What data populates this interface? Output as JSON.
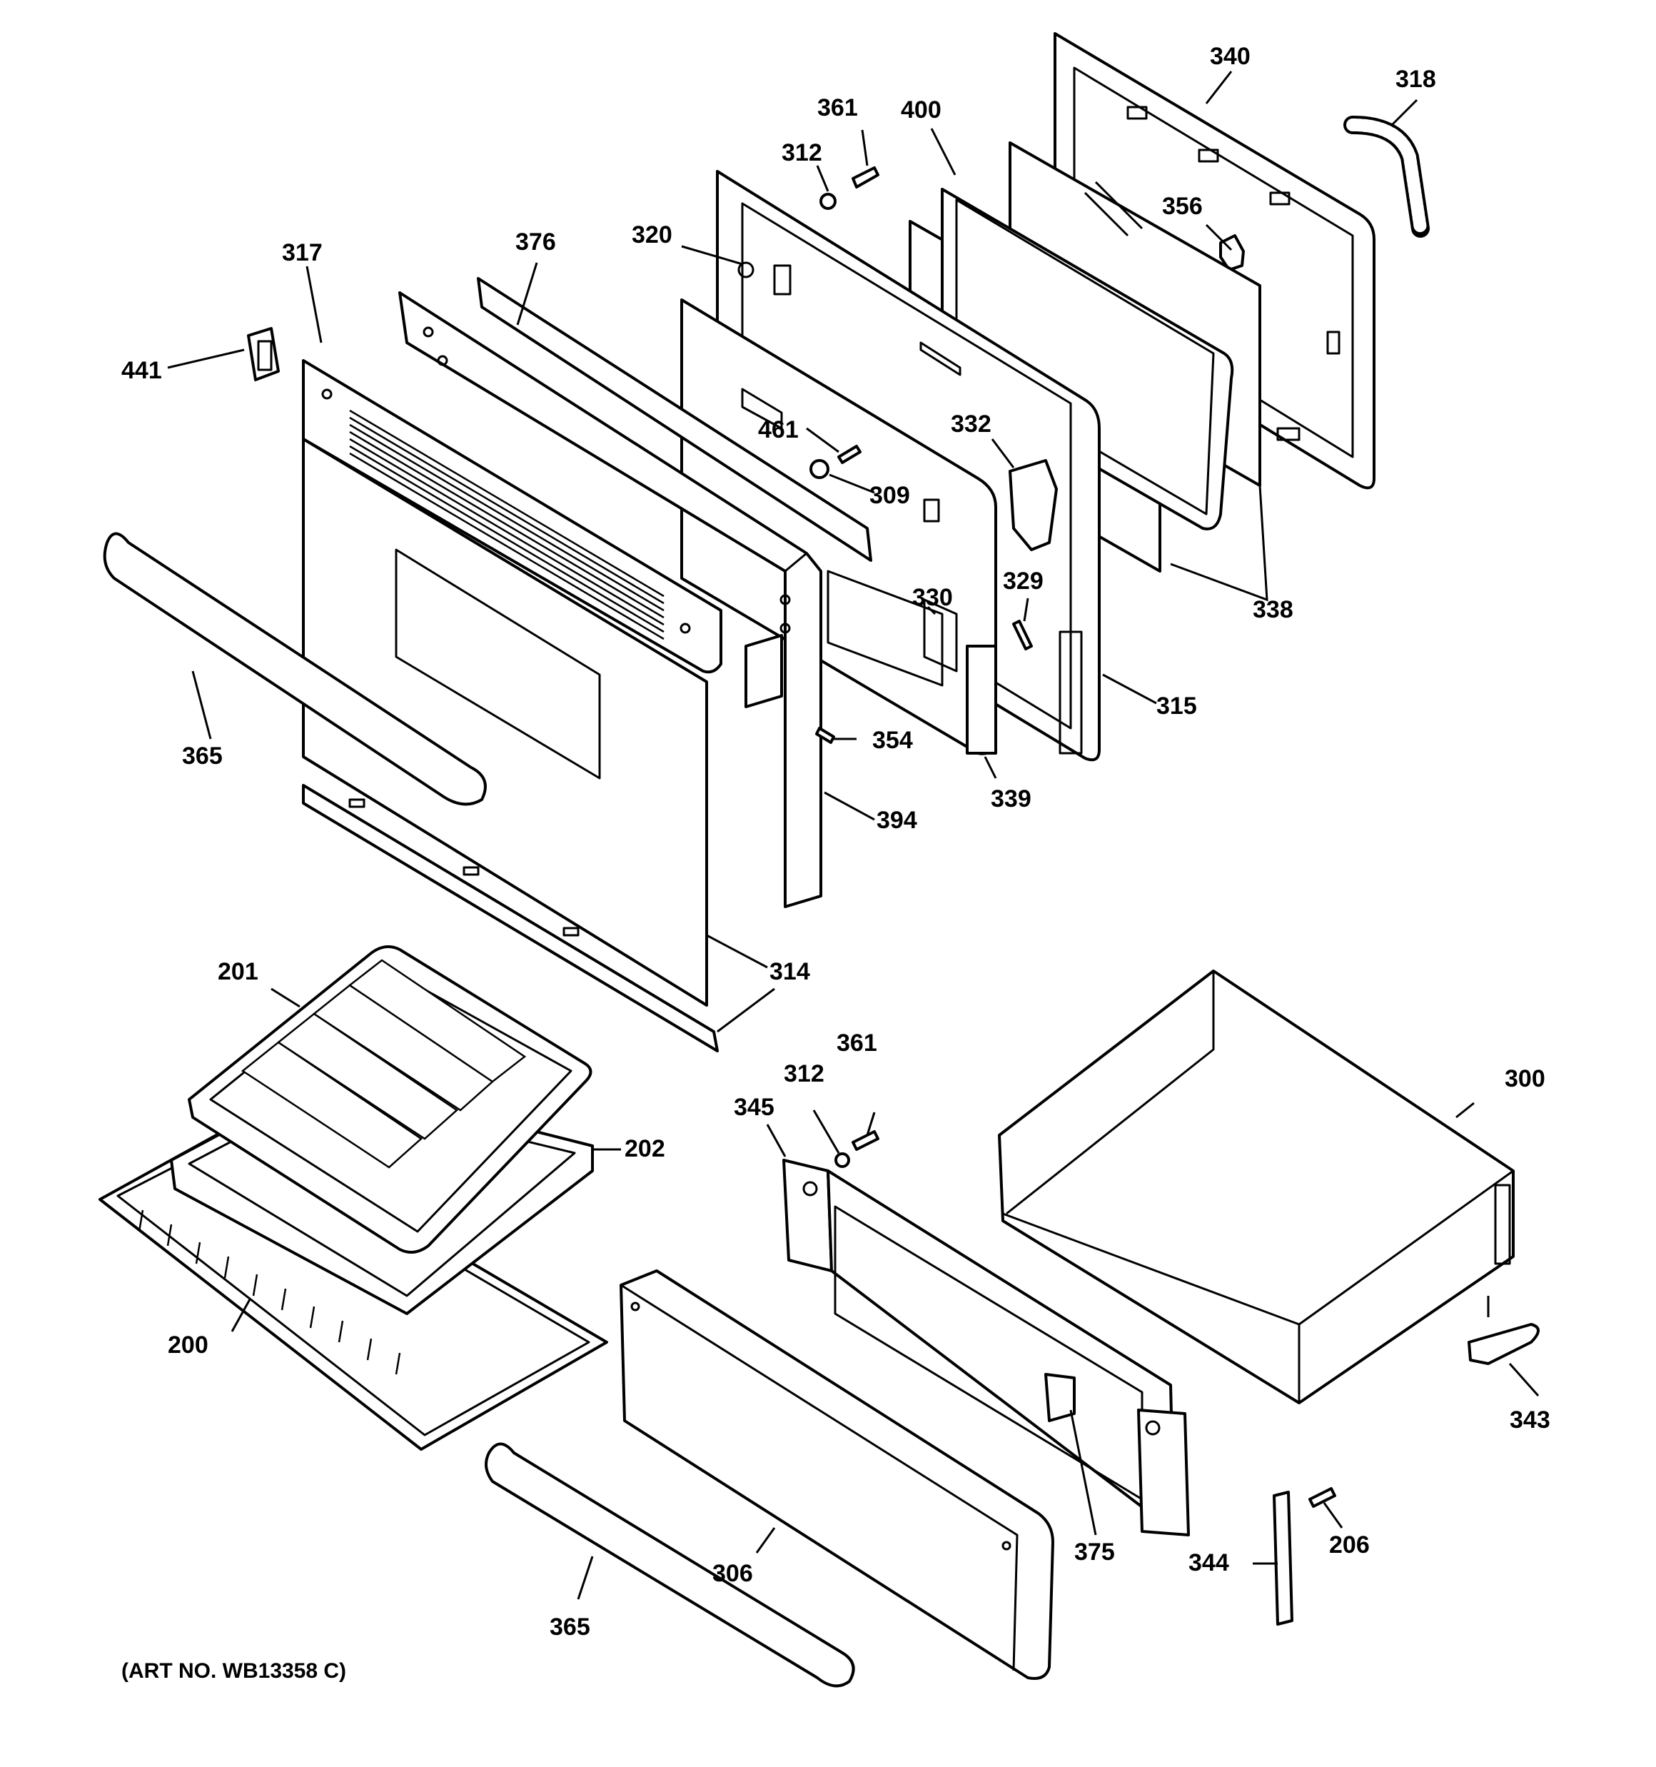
{
  "diagram": {
    "art_number": "(ART NO. WB13358 C)",
    "parts": [
      {
        "id": "p340",
        "label": "340"
      },
      {
        "id": "p318",
        "label": "318"
      },
      {
        "id": "p361a",
        "label": "361"
      },
      {
        "id": "p400",
        "label": "400"
      },
      {
        "id": "p312a",
        "label": "312"
      },
      {
        "id": "p356",
        "label": "356"
      },
      {
        "id": "p320",
        "label": "320"
      },
      {
        "id": "p376",
        "label": "376"
      },
      {
        "id": "p317",
        "label": "317"
      },
      {
        "id": "p441",
        "label": "441"
      },
      {
        "id": "p461",
        "label": "461"
      },
      {
        "id": "p332",
        "label": "332"
      },
      {
        "id": "p309",
        "label": "309"
      },
      {
        "id": "p338",
        "label": "338"
      },
      {
        "id": "p330",
        "label": "330"
      },
      {
        "id": "p329",
        "label": "329"
      },
      {
        "id": "p315",
        "label": "315"
      },
      {
        "id": "p365a",
        "label": "365"
      },
      {
        "id": "p354",
        "label": "354"
      },
      {
        "id": "p339",
        "label": "339"
      },
      {
        "id": "p394",
        "label": "394"
      },
      {
        "id": "p314",
        "label": "314"
      },
      {
        "id": "p201",
        "label": "201"
      },
      {
        "id": "p361b",
        "label": "361"
      },
      {
        "id": "p312b",
        "label": "312"
      },
      {
        "id": "p300",
        "label": "300"
      },
      {
        "id": "p345",
        "label": "345"
      },
      {
        "id": "p202",
        "label": "202"
      },
      {
        "id": "p200",
        "label": "200"
      },
      {
        "id": "p343",
        "label": "343"
      },
      {
        "id": "p375",
        "label": "375"
      },
      {
        "id": "p206",
        "label": "206"
      },
      {
        "id": "p344",
        "label": "344"
      },
      {
        "id": "p306",
        "label": "306"
      },
      {
        "id": "p365b",
        "label": "365"
      }
    ]
  }
}
